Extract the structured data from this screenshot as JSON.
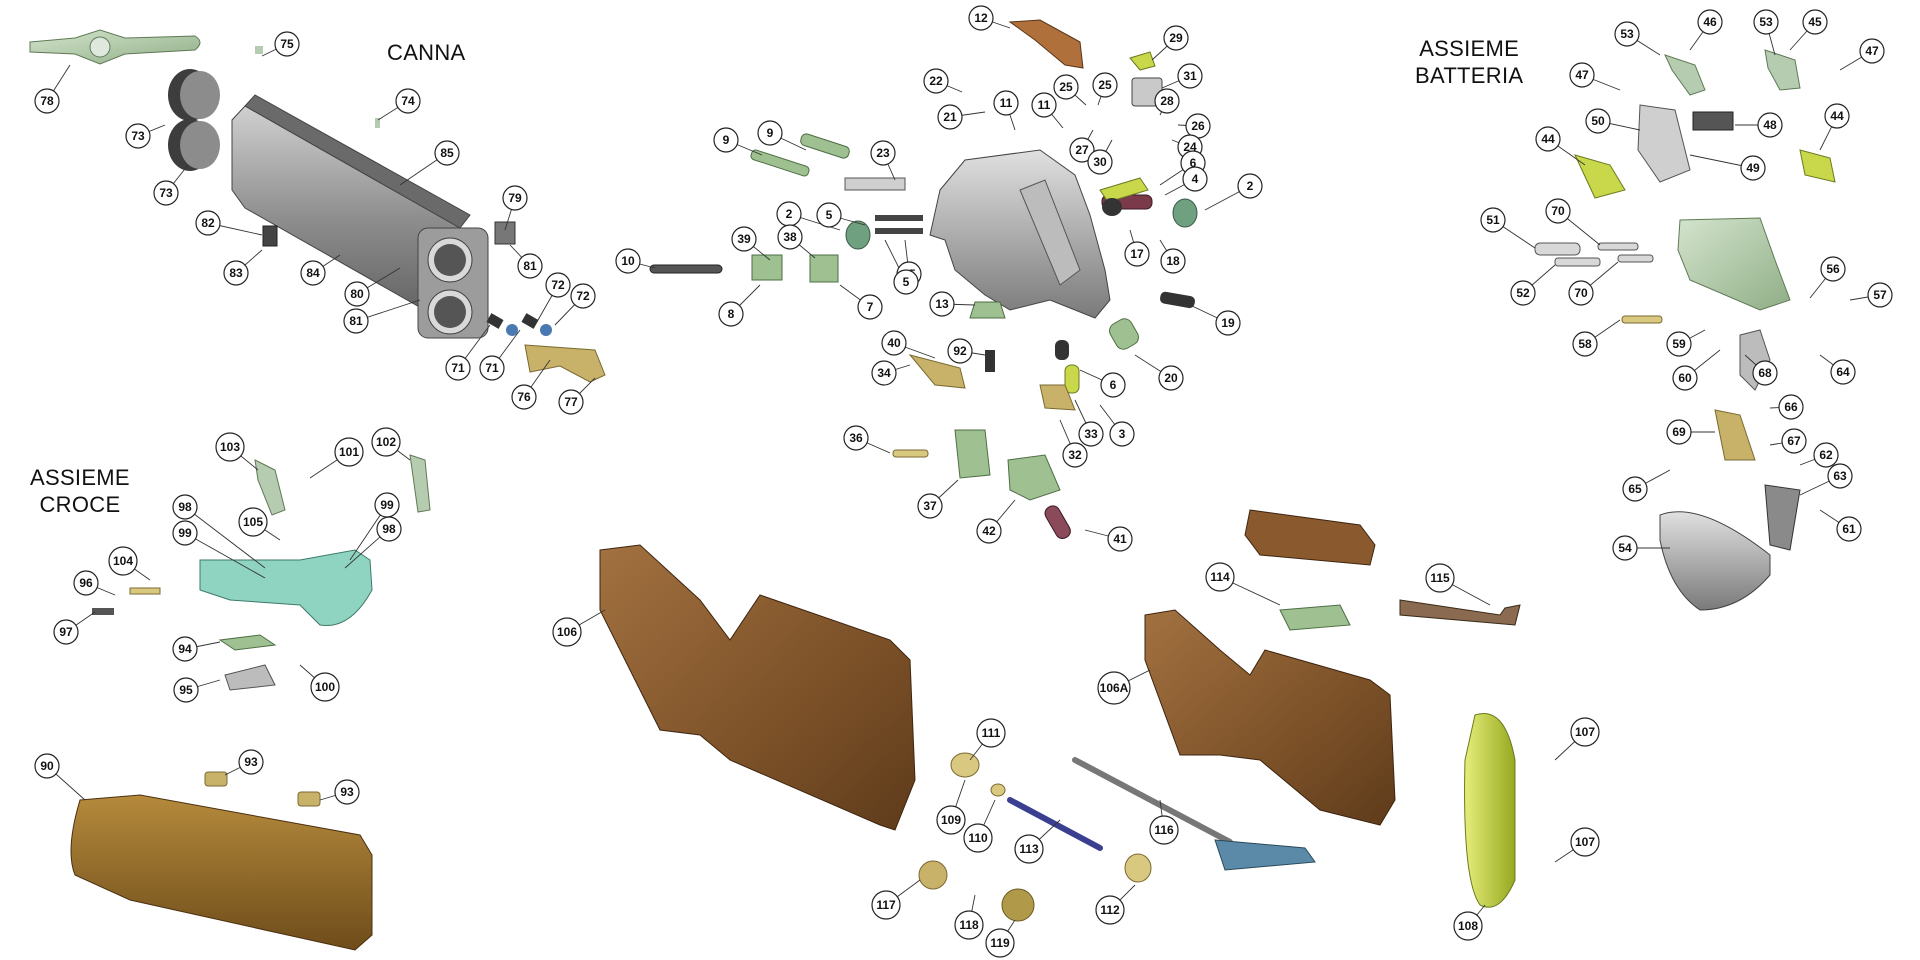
{
  "titles": {
    "canna": "CANNA",
    "assieme_croce": [
      "ASSIEME",
      "CROCE"
    ],
    "assieme_batteria": [
      "ASSIEME",
      "BATTERIA"
    ]
  },
  "colors": {
    "barrel_gray": "#9a9a9a",
    "wood_brown": "#8a5a2e",
    "part_green": "#b6ccb0",
    "brass": "#c8b26a",
    "recoil_pad": "#c8d84a",
    "steel_blue": "#5a6aa8",
    "callout_stroke": "#222222"
  },
  "callouts": [
    {
      "id": "c78",
      "label": "78"
    },
    {
      "id": "c75",
      "label": "75"
    },
    {
      "id": "c73a",
      "label": "73"
    },
    {
      "id": "c73b",
      "label": "73"
    },
    {
      "id": "c74",
      "label": "74"
    },
    {
      "id": "c85",
      "label": "85"
    },
    {
      "id": "c82",
      "label": "82"
    },
    {
      "id": "c79",
      "label": "79"
    },
    {
      "id": "c83",
      "label": "83"
    },
    {
      "id": "c84",
      "label": "84"
    },
    {
      "id": "c80",
      "label": "80"
    },
    {
      "id": "c81a",
      "label": "81"
    },
    {
      "id": "c81b",
      "label": "81"
    },
    {
      "id": "c72a",
      "label": "72"
    },
    {
      "id": "c72b",
      "label": "72"
    },
    {
      "id": "c71a",
      "label": "71"
    },
    {
      "id": "c71b",
      "label": "71"
    },
    {
      "id": "c76",
      "label": "76"
    },
    {
      "id": "c77",
      "label": "77"
    },
    {
      "id": "c12",
      "label": "12"
    },
    {
      "id": "c29",
      "label": "29"
    },
    {
      "id": "c22",
      "label": "22"
    },
    {
      "id": "c11a",
      "label": "11"
    },
    {
      "id": "c25a",
      "label": "25"
    },
    {
      "id": "c25b",
      "label": "25"
    },
    {
      "id": "c31",
      "label": "31"
    },
    {
      "id": "c21",
      "label": "21"
    },
    {
      "id": "c11b",
      "label": "11"
    },
    {
      "id": "c28",
      "label": "28"
    },
    {
      "id": "c26",
      "label": "26"
    },
    {
      "id": "c27",
      "label": "27"
    },
    {
      "id": "c24",
      "label": "24"
    },
    {
      "id": "c30",
      "label": "30"
    },
    {
      "id": "c9a",
      "label": "9"
    },
    {
      "id": "c9b",
      "label": "9"
    },
    {
      "id": "c23",
      "label": "23"
    },
    {
      "id": "c6a",
      "label": "6"
    },
    {
      "id": "c4",
      "label": "4"
    },
    {
      "id": "c2a",
      "label": "2"
    },
    {
      "id": "c2b",
      "label": "2"
    },
    {
      "id": "c5a",
      "label": "5"
    },
    {
      "id": "c39",
      "label": "39"
    },
    {
      "id": "c38",
      "label": "38"
    },
    {
      "id": "c17",
      "label": "17"
    },
    {
      "id": "c18",
      "label": "18"
    },
    {
      "id": "c10",
      "label": "10"
    },
    {
      "id": "c35",
      "label": "35"
    },
    {
      "id": "c5b",
      "label": "5"
    },
    {
      "id": "c8",
      "label": "8"
    },
    {
      "id": "c7",
      "label": "7"
    },
    {
      "id": "c13",
      "label": "13"
    },
    {
      "id": "c19",
      "label": "19"
    },
    {
      "id": "c40",
      "label": "40"
    },
    {
      "id": "c92",
      "label": "92"
    },
    {
      "id": "c20",
      "label": "20"
    },
    {
      "id": "c34",
      "label": "34"
    },
    {
      "id": "c6b",
      "label": "6"
    },
    {
      "id": "c33",
      "label": "33"
    },
    {
      "id": "c3",
      "label": "3"
    },
    {
      "id": "c36",
      "label": "36"
    },
    {
      "id": "c32",
      "label": "32"
    },
    {
      "id": "c37",
      "label": "37"
    },
    {
      "id": "c42",
      "label": "42"
    },
    {
      "id": "c41",
      "label": "41"
    },
    {
      "id": "c53a",
      "label": "53"
    },
    {
      "id": "c46",
      "label": "46"
    },
    {
      "id": "c53b",
      "label": "53"
    },
    {
      "id": "c45",
      "label": "45"
    },
    {
      "id": "c47a",
      "label": "47"
    },
    {
      "id": "c47b",
      "label": "47"
    },
    {
      "id": "c50",
      "label": "50"
    },
    {
      "id": "c48",
      "label": "48"
    },
    {
      "id": "c44a",
      "label": "44"
    },
    {
      "id": "c44b",
      "label": "44"
    },
    {
      "id": "c49",
      "label": "49"
    },
    {
      "id": "c51",
      "label": "51"
    },
    {
      "id": "c70a",
      "label": "70"
    },
    {
      "id": "c52",
      "label": "52"
    },
    {
      "id": "c70b",
      "label": "70"
    },
    {
      "id": "c56",
      "label": "56"
    },
    {
      "id": "c57",
      "label": "57"
    },
    {
      "id": "c58",
      "label": "58"
    },
    {
      "id": "c59",
      "label": "59"
    },
    {
      "id": "c60",
      "label": "60"
    },
    {
      "id": "c68",
      "label": "68"
    },
    {
      "id": "c64",
      "label": "64"
    },
    {
      "id": "c66",
      "label": "66"
    },
    {
      "id": "c69",
      "label": "69"
    },
    {
      "id": "c67",
      "label": "67"
    },
    {
      "id": "c62",
      "label": "62"
    },
    {
      "id": "c65",
      "label": "65"
    },
    {
      "id": "c63",
      "label": "63"
    },
    {
      "id": "c61",
      "label": "61"
    },
    {
      "id": "c54",
      "label": "54"
    },
    {
      "id": "c103",
      "label": "103"
    },
    {
      "id": "c101",
      "label": "101"
    },
    {
      "id": "c102",
      "label": "102"
    },
    {
      "id": "c98a",
      "label": "98"
    },
    {
      "id": "c105",
      "label": "105"
    },
    {
      "id": "c99a",
      "label": "99"
    },
    {
      "id": "c99b",
      "label": "99"
    },
    {
      "id": "c98b",
      "label": "98"
    },
    {
      "id": "c104",
      "label": "104"
    },
    {
      "id": "c96",
      "label": "96"
    },
    {
      "id": "c97",
      "label": "97"
    },
    {
      "id": "c94",
      "label": "94"
    },
    {
      "id": "c95",
      "label": "95"
    },
    {
      "id": "c100",
      "label": "100"
    },
    {
      "id": "c90",
      "label": "90"
    },
    {
      "id": "c93a",
      "label": "93"
    },
    {
      "id": "c93b",
      "label": "93"
    },
    {
      "id": "c106",
      "label": "106"
    },
    {
      "id": "c114",
      "label": "114"
    },
    {
      "id": "c115",
      "label": "115"
    },
    {
      "id": "c106a",
      "label": "106A"
    },
    {
      "id": "c111",
      "label": "111"
    },
    {
      "id": "c109",
      "label": "109"
    },
    {
      "id": "c110",
      "label": "110"
    },
    {
      "id": "c113",
      "label": "113"
    },
    {
      "id": "c116",
      "label": "116"
    },
    {
      "id": "c107a",
      "label": "107"
    },
    {
      "id": "c107b",
      "label": "107"
    },
    {
      "id": "c117",
      "label": "117"
    },
    {
      "id": "c118",
      "label": "118"
    },
    {
      "id": "c119",
      "label": "119"
    },
    {
      "id": "c112",
      "label": "112"
    },
    {
      "id": "c108",
      "label": "108"
    }
  ]
}
